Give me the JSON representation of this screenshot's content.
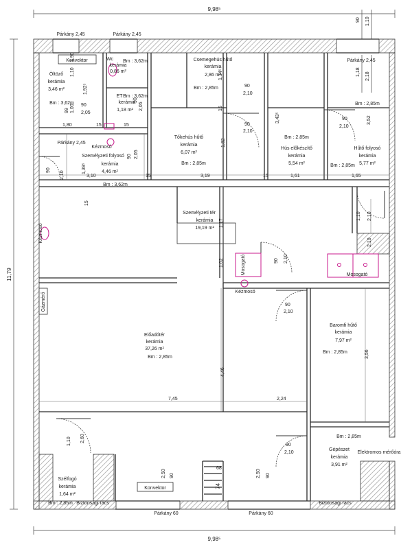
{
  "dims": {
    "top_total": "9,98⁵",
    "bottom_total": "9,98⁵",
    "left_total": "11,79",
    "right_90": "90",
    "right_110": "1,10",
    "right_118": "1,18",
    "right_218": "2,18",
    "right_352": "3,52",
    "d_110a": "1,10",
    "d_190": "1,90",
    "d_192": "1,92⁵",
    "d_99": "99",
    "d_100": "1,00",
    "d_205a": "2,05",
    "d_205b": "2,05",
    "d_205c": "2,05",
    "d_180": "1,80",
    "d_15a": "15",
    "d_15b": "15",
    "d_15c": "15",
    "d_15d": "15",
    "d_90a": "90",
    "d_90b": "90",
    "d_90c": "90",
    "d_90d": "90",
    "d_90e": "90",
    "d_90f": "90",
    "d_90g": "90",
    "d_90h": "90",
    "d_90i": "90",
    "d_90j": "90",
    "d_210a": "2,10",
    "d_210b": "2,10",
    "d_210c": "2,10",
    "d_210d": "2,10",
    "d_210e": "2,10",
    "d_210f": "2,10",
    "d_210g": "2,10",
    "d_210h": "2,10",
    "d_210i": "2,10",
    "d_134": "1,34⁵",
    "d_182": "1,82",
    "d_343": "3,43⁵",
    "d_139": "1,39⁵",
    "d_310": "3,10",
    "d_319": "3,19",
    "d_161": "1,61",
    "d_165": "1,65",
    "d_117": "1,17",
    "d_102": "1,02",
    "d_446": "4,46",
    "d_356": "3,56",
    "d_745": "7,45",
    "d_224": "2,24",
    "d_260": "2,60",
    "d_110b": "1,10",
    "d_110c": "1,10",
    "d_250a": "2,50",
    "d_250b": "2,50",
    "d_68": "68",
    "d_74": "74",
    "d_15e": "15"
  },
  "windows": {
    "top1": "Párkány 2,45",
    "top2": "Párkány 2,45",
    "top3": "Párkány 2,45",
    "mid": "Párkány 2,45",
    "bottom1": "Párkány 60",
    "bottom2": "Párkány 60"
  },
  "rooms": {
    "oltozo": {
      "name": "Öltöző",
      "floor": "kerámia",
      "area": "3,46 m²",
      "height": "Bm : 3,62m"
    },
    "wc": {
      "name": "Wc",
      "floor": "kerámia",
      "area": "0,86 m²",
      "height": "Bm : 3,62m"
    },
    "et": {
      "name": "ET",
      "floor": "kerámia",
      "area": "1,18 m²",
      "height": "Bm : 3,62m"
    },
    "csemege": {
      "name": "Csemegehús hűtő",
      "floor": "kerámia",
      "area": "2,86 m²",
      "height": "Bm : 2,85m"
    },
    "tokehus": {
      "name": "Tőkehús hűtő",
      "floor": "kerámia",
      "area": "6,07 m²",
      "height": "Bm : 2,85m"
    },
    "huselo": {
      "name": "Hús előkészítő",
      "floor": "kerámia",
      "area": "5,54 m²",
      "height": "Bm : 2,85m"
    },
    "hutofoly": {
      "name": "Hűtő folyosó",
      "floor": "kerámia",
      "area": "5,77 m²",
      "height": "Bm : 2,85m",
      "height2": "Bm : 2,85m"
    },
    "szemfoly": {
      "name": "Személyzeti folyosó",
      "floor": "kerámia",
      "area": "4,46 m²",
      "height": "Bm : 3,62m"
    },
    "szemter": {
      "name": "Személyzeti tér",
      "floor": "kerámia",
      "area": "19,19 m²"
    },
    "eloado": {
      "name": "Előadótér",
      "floor": "kerámia",
      "area": "37,26 m²",
      "height": "Bm : 2,85m"
    },
    "baromfi": {
      "name": "Baromfi hűtő",
      "floor": "kerámia",
      "area": "7,97 m²",
      "height": "Bm : 2,85m"
    },
    "gepeszet": {
      "name": "Gépészet",
      "floor": "kerámia",
      "area": "3,91 m²",
      "height": "Bm : 2,85m"
    },
    "szelfogo": {
      "name": "Szélfogó",
      "floor": "kerámia",
      "area": "1,64 m²",
      "height": "Bm : 2,85m"
    }
  },
  "fixtures": {
    "konvektor_top": "Konvektor",
    "konvektor_bottom": "Konvektor",
    "kezmoso1": "Kézmosó",
    "kezmoso2": "Kézmosó",
    "kezmoso3": "Kézmosó",
    "mosogato1": "Mosogató",
    "mosogato2": "Mosogató",
    "gazmero": "Gázmérő",
    "elektromos": "Elektromos mérőóra",
    "biztonsagi1": "Biztonsági rács",
    "biztonsagi2": "Biztonsági rács"
  },
  "colors": {
    "wall_hatch": "#9a9a9a",
    "fixture": "#c8198c",
    "line": "#2a2a2a"
  }
}
